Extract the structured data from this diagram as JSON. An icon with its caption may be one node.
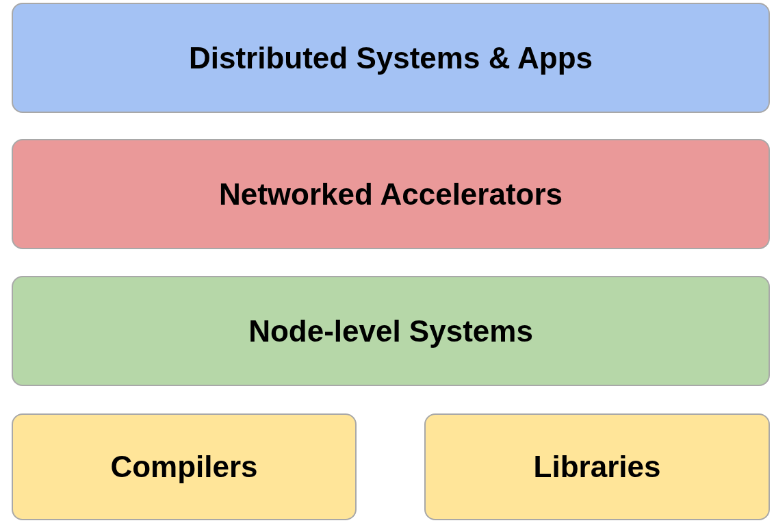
{
  "diagram": {
    "nodes": [
      {
        "text": [
          "Distributed Systems & Apps"
        ]
      },
      {
        "text": [
          "Networked Accelerators"
        ]
      },
      {
        "text": [
          "Node-level Systems"
        ]
      },
      {
        "text": [
          "Compilers"
        ]
      },
      {
        "text": [
          "Libraries"
        ]
      }
    ]
  }
}
